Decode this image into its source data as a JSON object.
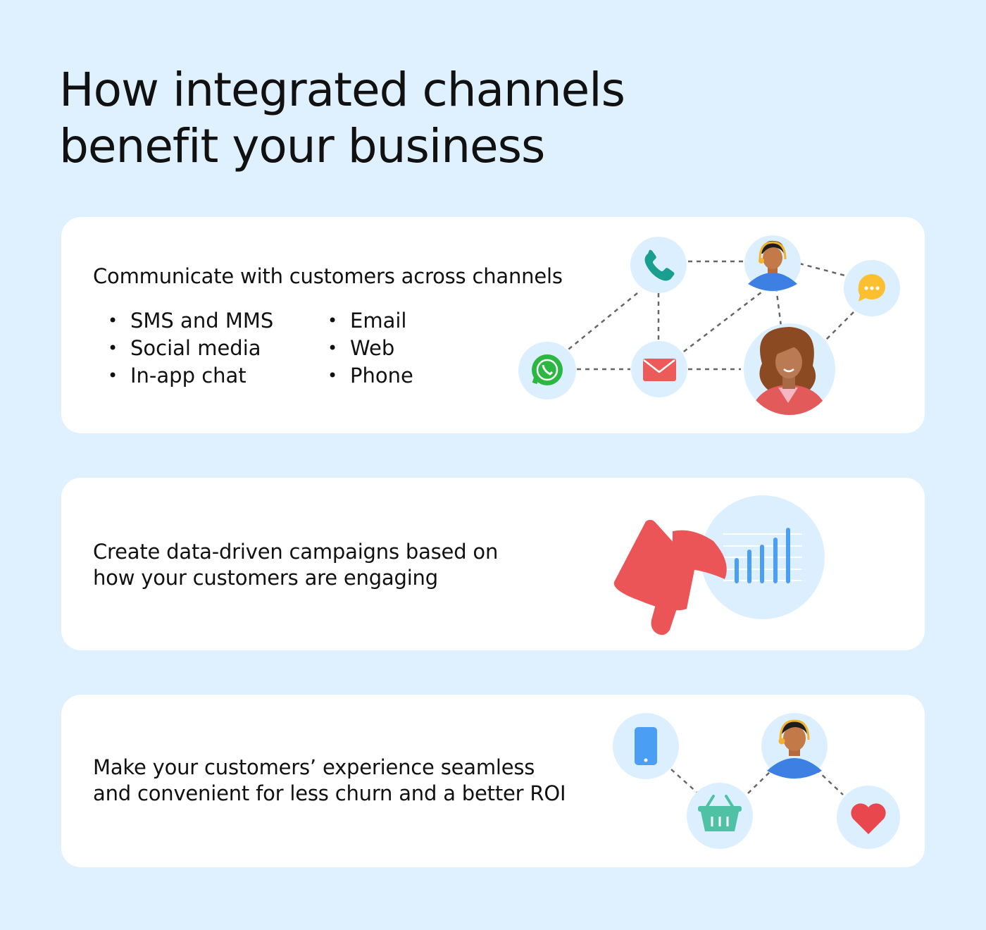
{
  "title": {
    "line1": "How integrated channels",
    "line2": "benefit your business"
  },
  "cards": [
    {
      "heading": "Communicate with customers across channels",
      "channels_left": [
        "SMS and MMS",
        "Social media",
        "In-app chat"
      ],
      "channels_right": [
        "Email",
        "Web",
        "Phone"
      ],
      "icons": [
        "phone-icon",
        "agent-avatar",
        "chat-bubble-icon",
        "whatsapp-icon",
        "email-icon",
        "customer-avatar"
      ]
    },
    {
      "heading_line1": "Create data-driven campaigns based on",
      "heading_line2": "how your customers are engaging",
      "icons": [
        "megaphone-icon",
        "bar-chart-icon"
      ]
    },
    {
      "heading_line1": "Make your customers’ experience seamless",
      "heading_line2": "and convenient for less churn and a better ROI",
      "icons": [
        "smartphone-icon",
        "agent-avatar",
        "shopping-basket-icon",
        "heart-icon"
      ]
    }
  ],
  "colors": {
    "background": "#dff0ff",
    "card": "#ffffff",
    "icon_circle": "#dcefff",
    "phone": "#1a9e8f",
    "whatsapp": "#2bb741",
    "email": "#ec5a5a",
    "chat": "#fcbf2f",
    "megaphone": "#ec5557",
    "bars": "#4a9ff5",
    "basket": "#4fc2a6",
    "heart": "#e8474e"
  }
}
